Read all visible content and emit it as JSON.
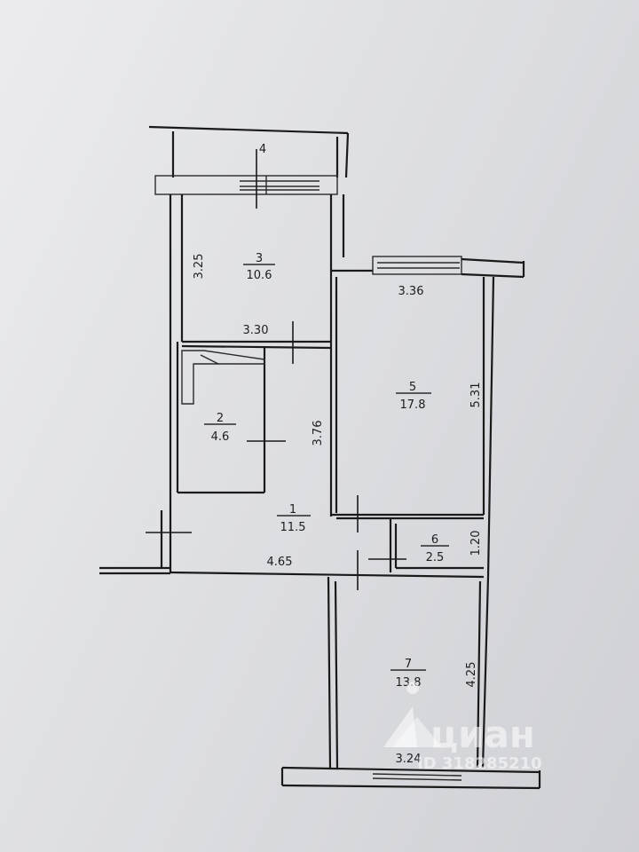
{
  "rooms": [
    {
      "id": "1",
      "number": "1",
      "area": "11.5"
    },
    {
      "id": "2",
      "number": "2",
      "area": "4.6"
    },
    {
      "id": "3",
      "number": "3",
      "area": "10.6"
    },
    {
      "id": "4",
      "number": "4",
      "area": ""
    },
    {
      "id": "5",
      "number": "5",
      "area": "17.8"
    },
    {
      "id": "6",
      "number": "6",
      "area": "2.5"
    },
    {
      "id": "7",
      "number": "7",
      "area": "13.8"
    }
  ],
  "dimensions": {
    "room3_length": "3.25",
    "room3_width": "3.30",
    "room5_width": "3.36",
    "room5_length": "5.31",
    "corridor_length": "3.76",
    "corridor_width": "4.65",
    "room6_width": "1.20",
    "room7_length": "4.25",
    "room7_width": "3.24"
  },
  "watermark": {
    "brand": "циан",
    "id_text": "ID 318285210"
  },
  "colors": {
    "ink": "#1a1a1a",
    "paper": "#dedfe3"
  }
}
